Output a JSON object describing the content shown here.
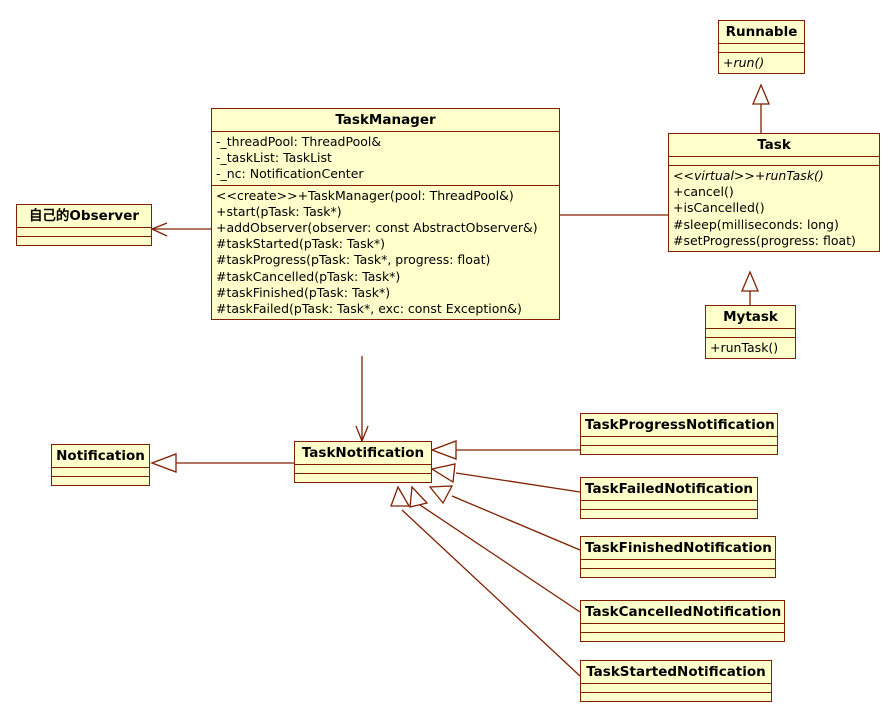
{
  "diagram": {
    "title": "Task Manager UML Class Diagram",
    "type": "uml-class-diagram",
    "colors": {
      "box_fill": "#ffffcc",
      "box_border": "#802000",
      "edge": "#802000",
      "background": "#ffffff",
      "text": "#000000"
    }
  },
  "classes": {
    "runnable": {
      "name": "Runnable",
      "attributes": [],
      "methods": [
        "+run()"
      ]
    },
    "task": {
      "name": "Task",
      "attributes": [],
      "methods": [
        "<<virtual>>+runTask()",
        "+cancel()",
        "+isCancelled()",
        "#sleep(milliseconds: long)",
        "#setProgress(progress: float)"
      ]
    },
    "mytask": {
      "name": "Mytask",
      "attributes": [],
      "methods": [
        "+runTask()"
      ]
    },
    "task_manager": {
      "name": "TaskManager",
      "attributes": [
        "-_threadPool: ThreadPool&",
        "-_taskList: TaskList",
        "-_nc: NotificationCenter"
      ],
      "methods": [
        "<<create>>+TaskManager(pool: ThreadPool&)",
        "+start(pTask: Task*)",
        "+addObserver(observer: const AbstractObserver&)",
        "#taskStarted(pTask: Task*)",
        "#taskProgress(pTask: Task*, progress: float)",
        "#taskCancelled(pTask: Task*)",
        "#taskFinished(pTask: Task*)",
        "#taskFailed(pTask: Task*, exc: const Exception&)"
      ]
    },
    "own_observer": {
      "name": "自己的Observer",
      "attributes": [],
      "methods": []
    },
    "notification": {
      "name": "Notification",
      "attributes": [],
      "methods": []
    },
    "task_notification": {
      "name": "TaskNotification",
      "attributes": [],
      "methods": []
    },
    "task_progress_notification": {
      "name": "TaskProgressNotification",
      "attributes": [],
      "methods": []
    },
    "task_failed_notification": {
      "name": "TaskFailedNotification",
      "attributes": [],
      "methods": []
    },
    "task_finished_notification": {
      "name": "TaskFinishedNotification",
      "attributes": [],
      "methods": []
    },
    "task_cancelled_notification": {
      "name": "TaskCancelledNotification",
      "attributes": [],
      "methods": []
    },
    "task_started_notification": {
      "name": "TaskStartedNotification",
      "attributes": [],
      "methods": []
    }
  },
  "relations": [
    {
      "from": "Task",
      "to": "Runnable",
      "kind": "generalization"
    },
    {
      "from": "Mytask",
      "to": "Task",
      "kind": "generalization"
    },
    {
      "from": "TaskManager",
      "to": "Task",
      "kind": "association"
    },
    {
      "from": "TaskManager",
      "to": "自己的Observer",
      "kind": "dependency"
    },
    {
      "from": "TaskManager",
      "to": "TaskNotification",
      "kind": "dependency"
    },
    {
      "from": "TaskNotification",
      "to": "Notification",
      "kind": "generalization"
    },
    {
      "from": "TaskProgressNotification",
      "to": "TaskNotification",
      "kind": "generalization"
    },
    {
      "from": "TaskFailedNotification",
      "to": "TaskNotification",
      "kind": "generalization"
    },
    {
      "from": "TaskFinishedNotification",
      "to": "TaskNotification",
      "kind": "generalization"
    },
    {
      "from": "TaskCancelledNotification",
      "to": "TaskNotification",
      "kind": "generalization"
    },
    {
      "from": "TaskStartedNotification",
      "to": "TaskNotification",
      "kind": "generalization"
    }
  ]
}
